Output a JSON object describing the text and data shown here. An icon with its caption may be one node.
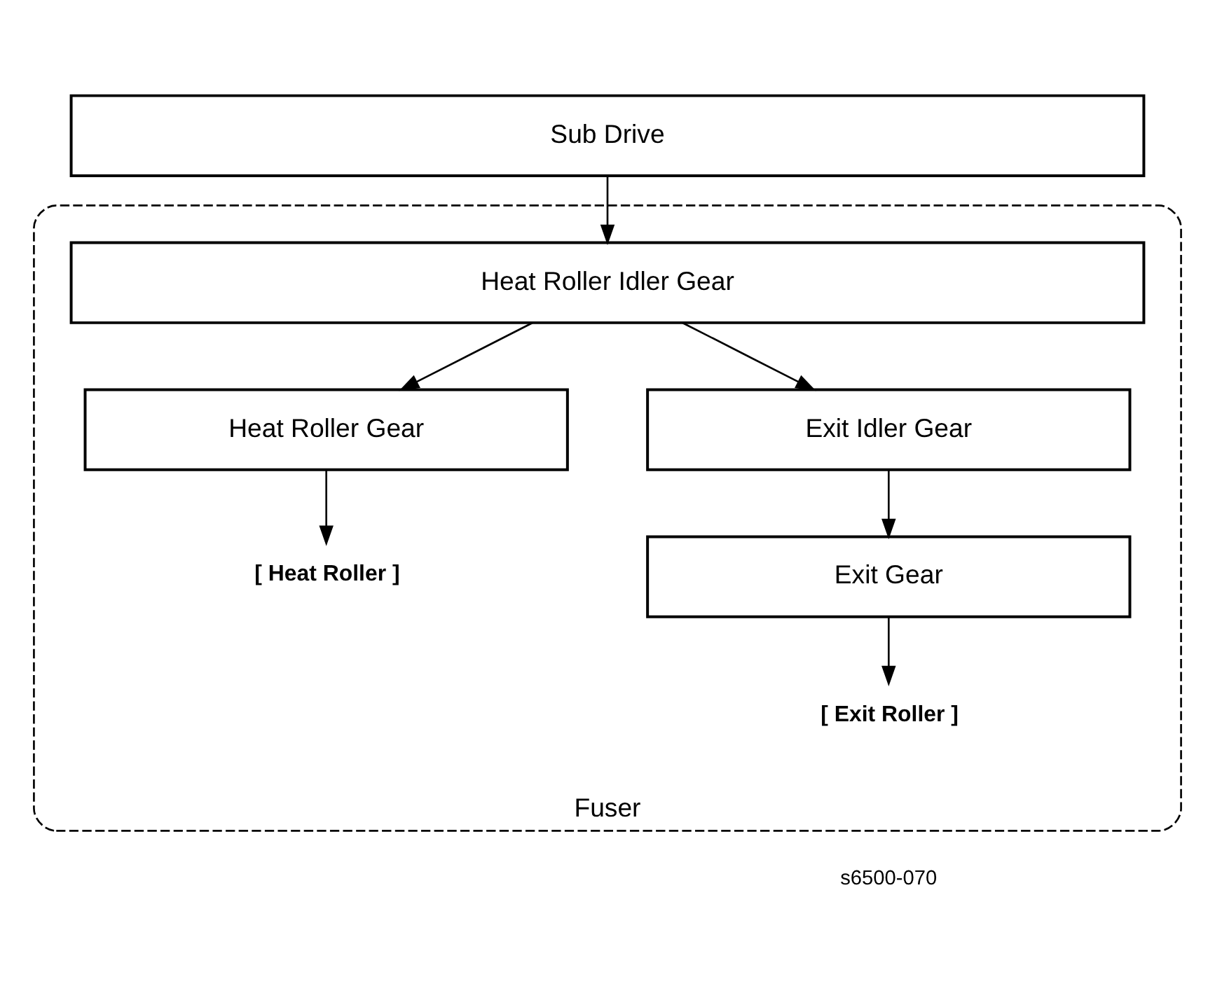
{
  "diagram": {
    "nodes": [
      {
        "text": [
          "Sub Drive"
        ]
      },
      {
        "text": [
          "Fuser"
        ]
      },
      {
        "text": [
          "Heat Roller Idler Gear"
        ],
        "in": 1
      },
      {
        "text": [
          "Heat Roller Gear"
        ],
        "in": 1
      },
      {
        "text": [
          "Exit Idler Gear"
        ],
        "in": 1
      },
      {
        "text": [
          "[ Heat Roller ]"
        ],
        "in": 1
      },
      {
        "text": [
          "Exit Gear"
        ],
        "in": 1
      },
      {
        "text": [
          "[ Exit Roller ]"
        ],
        "in": 1
      }
    ],
    "edges": [
      {
        "from": 0,
        "to": 2,
        "arrow": "to"
      },
      {
        "from": 2,
        "to": 3,
        "arrow": "to"
      },
      {
        "from": 2,
        "to": 4,
        "arrow": "to"
      },
      {
        "from": 3,
        "to": 5,
        "arrow": "to"
      },
      {
        "from": 4,
        "to": 6,
        "arrow": "to"
      },
      {
        "from": 6,
        "to": 7,
        "arrow": "to"
      }
    ],
    "labels": [
      "s6500-070"
    ]
  }
}
